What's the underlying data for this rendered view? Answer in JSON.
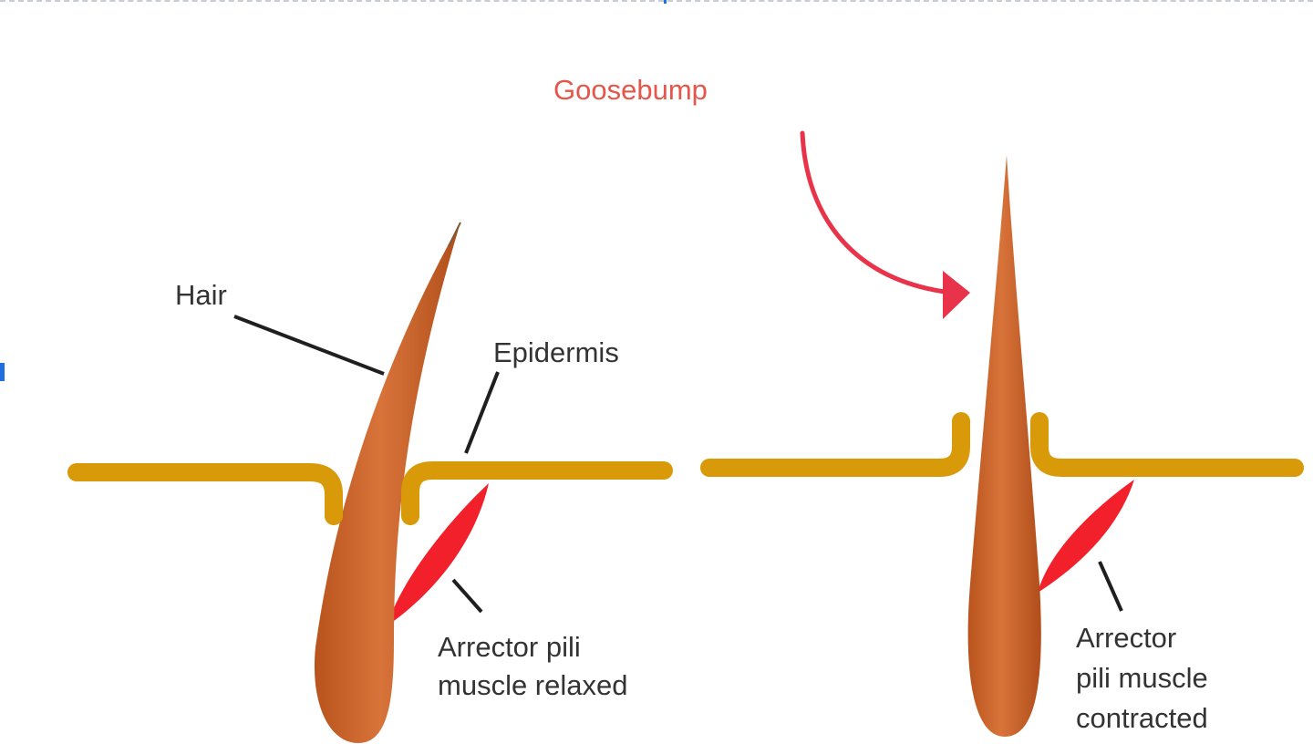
{
  "title": {
    "text": "Goosebump",
    "color": "#e4574b"
  },
  "labels": {
    "hair": "Hair",
    "epidermis": "Epidermis",
    "relaxed_line1": "Arrector pili",
    "relaxed_line2": "muscle relaxed",
    "contracted_line1": "Arrector",
    "contracted_line2": "pili muscle",
    "contracted_line3": "contracted"
  },
  "colors": {
    "skin": "#d89a08",
    "hair": "#d0672a",
    "hair_dark": "#a94818",
    "muscle": "#f2202a",
    "arrow": "#e8334a",
    "leader": "#1f1f1f",
    "accent": "#1f6fe0"
  }
}
